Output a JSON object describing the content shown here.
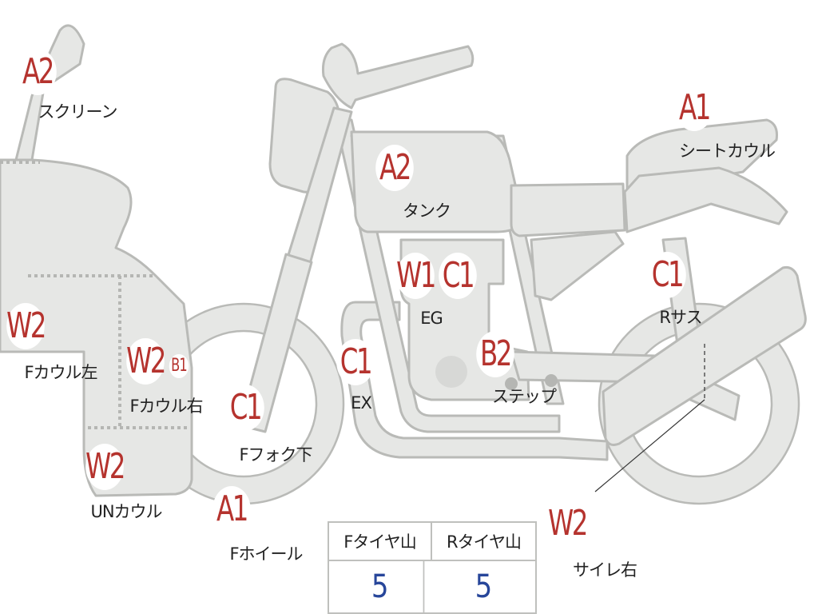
{
  "badges": {
    "screen": "A2",
    "tank": "A2",
    "seat_cowl": "A1",
    "engine_w": "W1",
    "engine_c": "C1",
    "rear_sus": "C1",
    "f_cowl_left": "W2",
    "f_cowl_right_w": "W2",
    "f_cowl_right_b": "B1",
    "f_fork_lower": "C1",
    "exhaust": "C1",
    "step": "B2",
    "under_cowl": "W2",
    "f_wheel": "A1",
    "silencer_right": "W2"
  },
  "labels": {
    "screen": "スクリーン",
    "tank": "タンク",
    "seat_cowl": "シートカウル",
    "engine": "EG",
    "rear_sus": "Rサス",
    "f_cowl_left": "Fカウル左",
    "f_cowl_right": "Fカウル右",
    "f_fork_lower": "Fフォク下",
    "exhaust": "EX",
    "step": "ステップ",
    "under_cowl": "UNカウル",
    "f_wheel": "Fホイール",
    "silencer_right": "サイレ右"
  },
  "tire_table": {
    "headers": [
      "Fタイヤ山",
      "Rタイヤ山"
    ],
    "values": [
      "5",
      "5"
    ]
  }
}
